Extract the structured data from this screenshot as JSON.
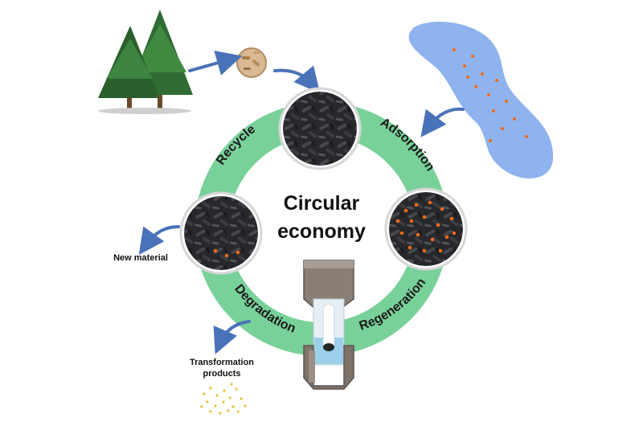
{
  "center": {
    "line1": "Circular",
    "line2": "economy"
  },
  "stages": {
    "recycle": "Recycle",
    "adsorption": "Adsorption",
    "regeneration": "Regeneration",
    "degradation": "Degradation"
  },
  "outputs": {
    "new_material": "New material",
    "transformation_line1": "Transformation",
    "transformation_line2": "products"
  },
  "colors": {
    "ring": "#79d19a",
    "arrow": "#4a72b8",
    "water": "#8fb3ee",
    "pollutant": "#ee6a1a",
    "carbon": "#2b2d30",
    "product_dots": "#e9c43a",
    "tree": "#2f6b32"
  }
}
